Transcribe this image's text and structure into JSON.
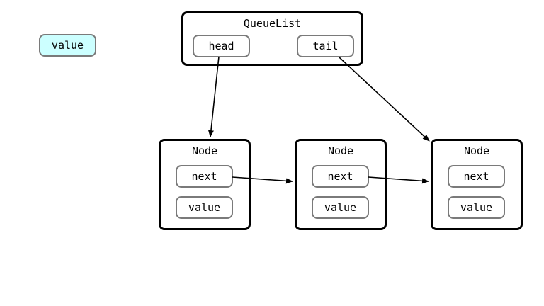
{
  "detached_value": {
    "label": "value",
    "fill_color": "#ccffff"
  },
  "queue_list": {
    "title": "QueueList",
    "head_label": "head",
    "tail_label": "tail"
  },
  "nodes": [
    {
      "title": "Node",
      "next_label": "next",
      "value_label": "value"
    },
    {
      "title": "Node",
      "next_label": "next",
      "value_label": "value"
    },
    {
      "title": "Node",
      "next_label": "next",
      "value_label": "value"
    }
  ],
  "links": [
    {
      "from": "queue_list.head",
      "to": "nodes.0"
    },
    {
      "from": "queue_list.tail",
      "to": "nodes.2"
    },
    {
      "from": "nodes.0.next",
      "to": "nodes.1"
    },
    {
      "from": "nodes.1.next",
      "to": "nodes.2"
    }
  ]
}
